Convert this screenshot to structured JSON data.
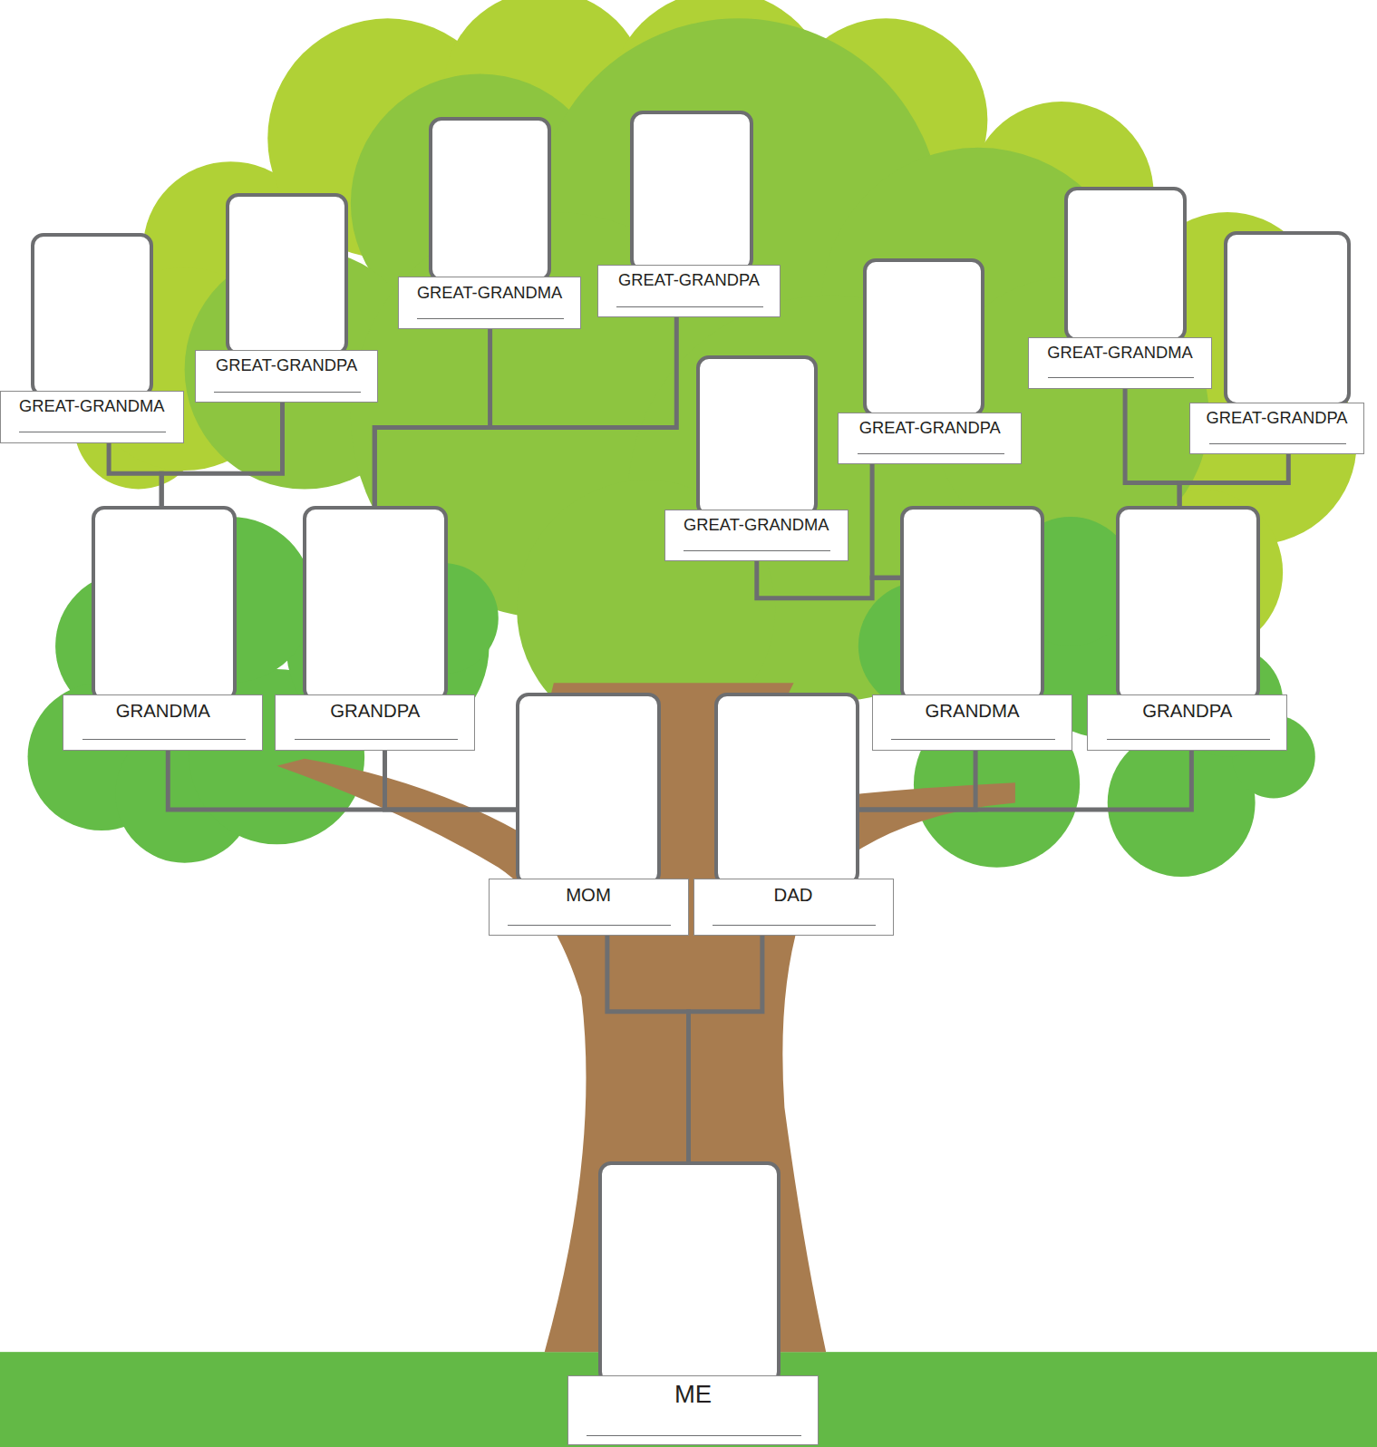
{
  "diagram": {
    "nodes": [
      {
        "text": [
          "GREAT-GRANDMA"
        ]
      },
      {
        "text": [
          "GREAT-GRANDPA"
        ]
      },
      {
        "text": [
          "GREAT-GRANDMA"
        ]
      },
      {
        "text": [
          "GREAT-GRANDPA"
        ]
      },
      {
        "text": [
          "GREAT-GRANDMA"
        ]
      },
      {
        "text": [
          "GREAT-GRANDPA"
        ]
      },
      {
        "text": [
          "GREAT-GRANDPA"
        ]
      },
      {
        "text": [
          "GREAT-GRANDMA"
        ]
      },
      {
        "text": [
          "GRANDMA"
        ]
      },
      {
        "text": [
          "GRANDPA"
        ]
      },
      {
        "text": [
          "GRANDMA"
        ]
      },
      {
        "text": [
          "GRANDPA"
        ]
      },
      {
        "text": [
          "MOM"
        ]
      },
      {
        "text": [
          "DAD"
        ]
      },
      {
        "text": [
          "ME"
        ]
      }
    ],
    "edges": [
      {
        "from": 4,
        "to": 8,
        "arrow": "none"
      },
      {
        "from": 3,
        "to": 8,
        "arrow": "none"
      },
      {
        "from": 0,
        "to": 9,
        "arrow": "none"
      },
      {
        "from": 1,
        "to": 9,
        "arrow": "none"
      },
      {
        "from": 7,
        "to": 10,
        "arrow": "none"
      },
      {
        "from": 6,
        "to": 10,
        "arrow": "none"
      },
      {
        "from": 2,
        "to": 11,
        "arrow": "none"
      },
      {
        "from": 5,
        "to": 11,
        "arrow": "none"
      },
      {
        "from": 8,
        "to": 12,
        "arrow": "none"
      },
      {
        "from": 9,
        "to": 12,
        "arrow": "none"
      },
      {
        "from": 10,
        "to": 13,
        "arrow": "none"
      },
      {
        "from": 11,
        "to": 13,
        "arrow": "none"
      },
      {
        "from": 12,
        "to": 14,
        "arrow": "none"
      },
      {
        "from": 13,
        "to": 14,
        "arrow": "none"
      }
    ]
  }
}
